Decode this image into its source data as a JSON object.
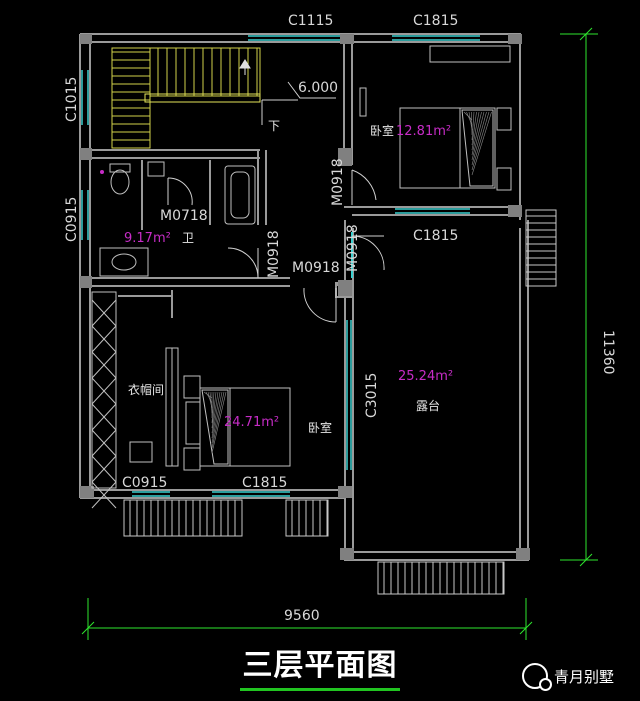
{
  "windows": {
    "c1115": "C1115",
    "c1815_top": "C1815",
    "c1015": "C1015",
    "c0915_left": "C0915",
    "c1815_mid": "C1815",
    "c3015": "C3015",
    "c0915_bottom": "C0915",
    "c1815_bottom": "C1815"
  },
  "doors": {
    "m0918_a": "M0918",
    "m0718": "M0718",
    "m0918_b": "M0918",
    "m0918_c": "M0918",
    "m0918_d": "M0918"
  },
  "rooms": {
    "bedroom_ne": "卧室",
    "bathroom": "卫",
    "wardrobe": "衣帽间",
    "bedroom_sw": "卧室",
    "terrace": "露台"
  },
  "areas": {
    "bedroom_ne": "12.81m²",
    "bathroom": "9.17m²",
    "bedroom_sw": "24.71m²",
    "terrace": "25.24m²"
  },
  "stair": {
    "elevation": "6.000",
    "down": "下"
  },
  "dimensions": {
    "width": "9560",
    "depth": "11360"
  },
  "title": "三层平面图",
  "watermark": "青月别墅",
  "colors": {
    "wall": "#9a9a9a",
    "window": "#3ad0d0",
    "dim_line": "#2ee62e",
    "area_text": "#c72cc7",
    "furniture": "#bfbfbf",
    "title_underline": "#21c521"
  }
}
